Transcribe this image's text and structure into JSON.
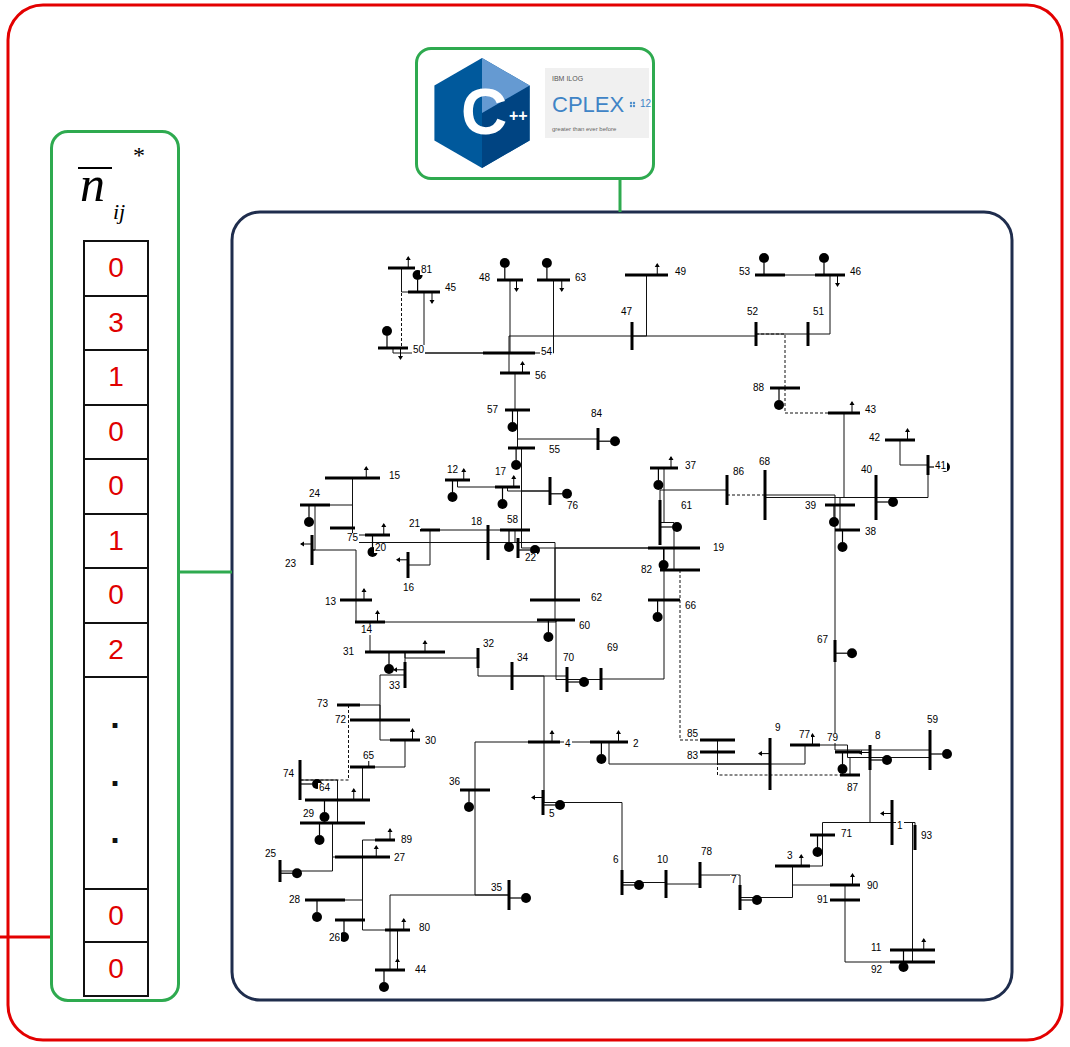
{
  "diagram": {
    "nodes": [
      {
        "text": [
          "n",
          "ij",
          "*"
        ]
      },
      {
        "text": [
          "0"
        ],
        "in": 0
      },
      {
        "text": [
          "3"
        ],
        "in": 0
      },
      {
        "text": [
          "1"
        ],
        "in": 0
      },
      {
        "text": [
          "0"
        ],
        "in": 0
      },
      {
        "text": [
          "0"
        ],
        "in": 0
      },
      {
        "text": [
          "1"
        ],
        "in": 0
      },
      {
        "text": [
          "0"
        ],
        "in": 0
      },
      {
        "text": [
          "2"
        ],
        "in": 0
      },
      {
        "text": [
          "·",
          "·",
          "·"
        ],
        "in": 0
      },
      {
        "text": [
          "0"
        ],
        "in": 0
      },
      {
        "text": [
          "0"
        ],
        "in": 0
      },
      {
        "text": [
          "C",
          "++",
          "IBM ILOG",
          "CPLEX",
          "12",
          "greater than ever before"
        ]
      }
    ],
    "labels": [
      "81",
      "45",
      "48",
      "63",
      "49",
      "53",
      "46",
      "47",
      "52",
      "51",
      "50",
      "54",
      "56",
      "88",
      "57",
      "84",
      "43",
      "42",
      "55",
      "41",
      "37",
      "86",
      "68",
      "40",
      "15",
      "12",
      "17",
      "76",
      "24",
      "39",
      "61",
      "58",
      "18",
      "21",
      "75",
      "38",
      "20",
      "23",
      "22",
      "19",
      "16",
      "82",
      "13",
      "62",
      "66",
      "14",
      "60",
      "67",
      "31",
      "32",
      "34",
      "70",
      "69",
      "33",
      "73",
      "72",
      "30",
      "4",
      "2",
      "85",
      "83",
      "9",
      "77",
      "79",
      "8",
      "59",
      "87",
      "65",
      "74",
      "36",
      "5",
      "64",
      "29",
      "89",
      "71",
      "93",
      "1",
      "27",
      "25",
      "6",
      "10",
      "78",
      "3",
      "7",
      "35",
      "90",
      "91",
      "28",
      "26",
      "80",
      "11",
      "92",
      "44"
    ]
  }
}
